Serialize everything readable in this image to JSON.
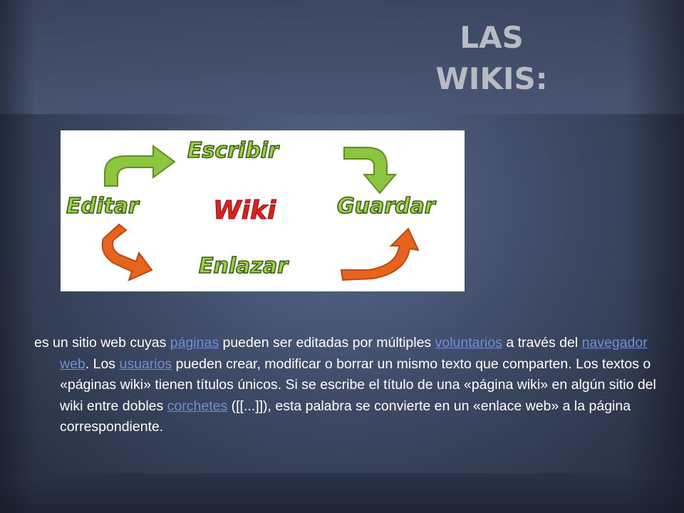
{
  "slide": {
    "title_line1": "LAS",
    "title_line2": "WIKIS:"
  },
  "image": {
    "words": {
      "escribir": "Escribir",
      "editar": "Editar",
      "wiki": "Wiki",
      "guardar": "Guardar",
      "enlazar": "Enlazar"
    },
    "colors": {
      "green": "#8cc63f",
      "orange": "#e8641e",
      "red": "#e02020"
    }
  },
  "body": {
    "t1": "es un sitio web cuyas ",
    "link1": "páginas",
    "t2": " pueden ser editadas por múltiples ",
    "link2": "voluntarios",
    "t3": " a través del ",
    "link3": "navegador web",
    "t4": ". Los ",
    "link4": "usuarios",
    "t5": " pueden crear, modificar o borrar un mismo texto que comparten. Los textos o «páginas wiki» tienen títulos únicos. Si se escribe el título de una «página wiki» en algún sitio del wiki entre dobles ",
    "link5": "corchetes",
    "t6": " ([[...]]), esta palabra se convierte en un «enlace web» a la página correspondiente."
  }
}
